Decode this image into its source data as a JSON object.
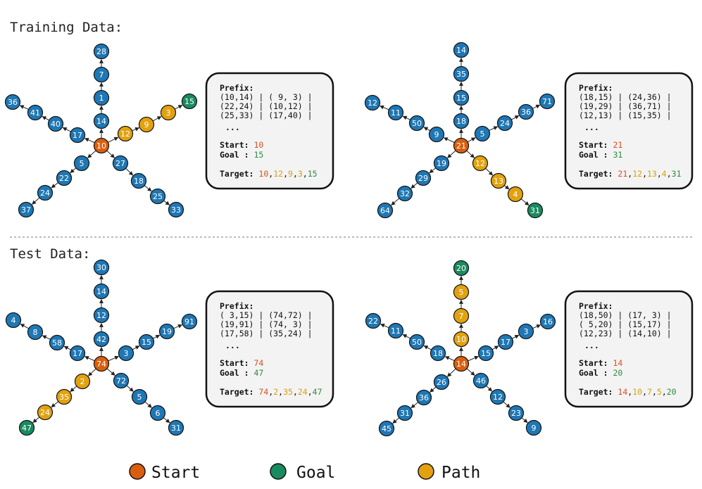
{
  "colors": {
    "node": "#1f77b4",
    "start": "#d95f0e",
    "goal": "#1a8a60",
    "path": "#e2a20f",
    "box_fill": "#f3f3f3",
    "start_text": "#d9501e",
    "goal_text": "#2e8b3c",
    "path_text": "#d9a010"
  },
  "sections": {
    "training_title": "Training Data:",
    "test_title": "Test Data:"
  },
  "panels": [
    {
      "center": "10",
      "arms": [
        {
          "labels": [
            "14",
            "1",
            "7",
            "28"
          ],
          "role": "normal"
        },
        {
          "labels": [
            "12",
            "9",
            "3",
            "15"
          ],
          "role": "path"
        },
        {
          "labels": [
            "27",
            "18",
            "25",
            "33"
          ],
          "role": "normal"
        },
        {
          "labels": [
            "5",
            "22",
            "24",
            "37"
          ],
          "role": "normal"
        },
        {
          "labels": [
            "17",
            "40",
            "41",
            "36"
          ],
          "role": "normal"
        }
      ],
      "box": {
        "prefix_label": "Prefix:",
        "prefix_lines": [
          "(10,14) | ( 9, 3) |",
          "(22,24) | (10,12) |",
          "(25,33) | (17,40) |"
        ],
        "ellipsis": "...",
        "start_label": "Start:",
        "start_value": "10",
        "goal_label": "Goal :",
        "goal_value": "15",
        "target_label": "Target:",
        "target_values": [
          "10",
          "12",
          "9",
          "3",
          "15"
        ]
      }
    },
    {
      "center": "21",
      "arms": [
        {
          "labels": [
            "18",
            "15",
            "35",
            "14"
          ],
          "role": "normal"
        },
        {
          "labels": [
            "5",
            "24",
            "36",
            "71"
          ],
          "role": "normal"
        },
        {
          "labels": [
            "12",
            "13",
            "4",
            "31"
          ],
          "role": "path"
        },
        {
          "labels": [
            "19",
            "29",
            "32",
            "64"
          ],
          "role": "normal"
        },
        {
          "labels": [
            "9",
            "50",
            "11",
            "12"
          ],
          "role": "normal"
        }
      ],
      "box": {
        "prefix_label": "Prefix:",
        "prefix_lines": [
          "(18,15) | (24,36) |",
          "(19,29) | (36,71) |",
          "(12,13) | (15,35) |"
        ],
        "ellipsis": "...",
        "start_label": "Start:",
        "start_value": "21",
        "goal_label": "Goal :",
        "goal_value": "31",
        "target_label": "Target:",
        "target_values": [
          "21",
          "12",
          "13",
          "4",
          "31"
        ]
      }
    },
    {
      "center": "74",
      "arms": [
        {
          "labels": [
            "42",
            "12",
            "14",
            "30"
          ],
          "role": "normal"
        },
        {
          "labels": [
            "3",
            "15",
            "19",
            "91"
          ],
          "role": "normal"
        },
        {
          "labels": [
            "72",
            "5",
            "6",
            "31"
          ],
          "role": "normal"
        },
        {
          "labels": [
            "2",
            "35",
            "24",
            "47"
          ],
          "role": "path"
        },
        {
          "labels": [
            "17",
            "58",
            "8",
            "4"
          ],
          "role": "normal"
        }
      ],
      "box": {
        "prefix_label": "Prefix:",
        "prefix_lines": [
          "( 3,15) | (74,72) |",
          "(19,91) | (74, 3) |",
          "(17,58) | (35,24) |"
        ],
        "ellipsis": "...",
        "start_label": "Start:",
        "start_value": "74",
        "goal_label": "Goal :",
        "goal_value": "47",
        "target_label": "Target:",
        "target_values": [
          "74",
          "2",
          "35",
          "24",
          "47"
        ]
      }
    },
    {
      "center": "14",
      "arms": [
        {
          "labels": [
            "10",
            "7",
            "5",
            "20"
          ],
          "role": "path"
        },
        {
          "labels": [
            "15",
            "17",
            "3",
            "16"
          ],
          "role": "normal"
        },
        {
          "labels": [
            "46",
            "12",
            "23",
            "9"
          ],
          "role": "normal"
        },
        {
          "labels": [
            "26",
            "36",
            "31",
            "45"
          ],
          "role": "normal"
        },
        {
          "labels": [
            "18",
            "50",
            "11",
            "22"
          ],
          "role": "normal"
        }
      ],
      "box": {
        "prefix_label": "Prefix:",
        "prefix_lines": [
          "(18,50) | (17, 3) |",
          "( 5,20) | (15,17) |",
          "(12,23) | (14,10) |"
        ],
        "ellipsis": "...",
        "start_label": "Start:",
        "start_value": "14",
        "goal_label": "Goal :",
        "goal_value": "20",
        "target_label": "Target:",
        "target_values": [
          "14",
          "10",
          "7",
          "5",
          "20"
        ]
      }
    }
  ],
  "legend": {
    "start_label": "Start",
    "goal_label": "Goal",
    "path_label": "Path"
  }
}
